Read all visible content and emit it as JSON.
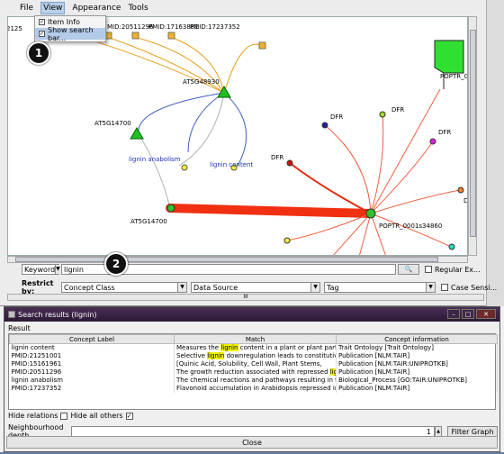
{
  "menu": {
    "file": "File",
    "view": "View",
    "appearance": "Appearance",
    "tools": "Tools"
  },
  "view_menu": {
    "item_info": "Item Info",
    "show_search_bar": "Show search bar..."
  },
  "graph_labels": {
    "pmid_partial": "2125",
    "pmid_20511296": "MID:20511296",
    "pmid_17163881": "PMID:17163881",
    "pmid_17237352": "PMID:17237352",
    "at5g48930": "AT5G48930",
    "at5g14700_a": "AT5G14700",
    "at5g14700_b": "AT5G14700",
    "lignin_anabolism": "lignin anabolism",
    "lignin_content": "lignin content",
    "dfr_1": "DFR",
    "dfr_2": "DFR",
    "dfr_3": "DFR",
    "dfr_4": "DFR",
    "poptr_top": "POPTR_0(",
    "poptr_main": "POPTR_0001s34860",
    "edge_d": "D"
  },
  "callouts": {
    "one": "1",
    "two": "2"
  },
  "search": {
    "mode": "Keyword",
    "query": "lignin",
    "regular_expression": "Regular Ex...",
    "case_sensitive": "Case Sensi..."
  },
  "restrict": {
    "label": "Restrict by:",
    "concept_class": "Concept Class",
    "data_source": "Data Source",
    "tag": "Tag"
  },
  "hscroll_label": "III",
  "dialog": {
    "title": "Search results (lignin)",
    "result_label": "Result",
    "columns": [
      "Concept Label",
      "Match",
      "Concept information"
    ],
    "rows": [
      {
        "label": "lignin content",
        "match_pre": "Measures the ",
        "match_hl": "lignin",
        "match_post": " content in a plant or plant part. (",
        "info": "Trait Ontology [Trait Ontology]"
      },
      {
        "label": "PMID:21251001",
        "match_pre": "Selective ",
        "match_hl": "lignin",
        "match_post": " downregulation leads to constitutive",
        "info": "Publication [NLM:TAIR]"
      },
      {
        "label": "PMID:15161961",
        "match_pre": "[Quinic Acid, Solubility, Cell Wall, Plant Stems,",
        "match_hl": "",
        "match_post": "",
        "info": "Publication [NLM:TAIR:UNIPROTKB]"
      },
      {
        "label": "PMID:20511296",
        "match_pre": "The growth reduction associated with repressed ",
        "match_hl": "lignin",
        "match_post": "",
        "info": "Publication [NLM:TAIR]"
      },
      {
        "label": "lignin anabolism",
        "match_pre": "The chemical reactions and pathways resulting in the",
        "match_hl": "",
        "match_post": "",
        "info": "Biological_Process [GO:TAIR:UNIPROTKB]"
      },
      {
        "label": "PMID:17237352",
        "match_pre": "Flavonoid accumulation in Arabidopsis repressed in",
        "match_hl": "",
        "match_post": "",
        "info": "Publication [NLM:TAIR]"
      }
    ],
    "hide_relations": "Hide relations",
    "hide_all_others": "Hide all others",
    "neighbourhood_depth": "Neighbourhood depth",
    "depth_value": "1",
    "filter_graph": "Filter Graph",
    "close": "Close"
  }
}
